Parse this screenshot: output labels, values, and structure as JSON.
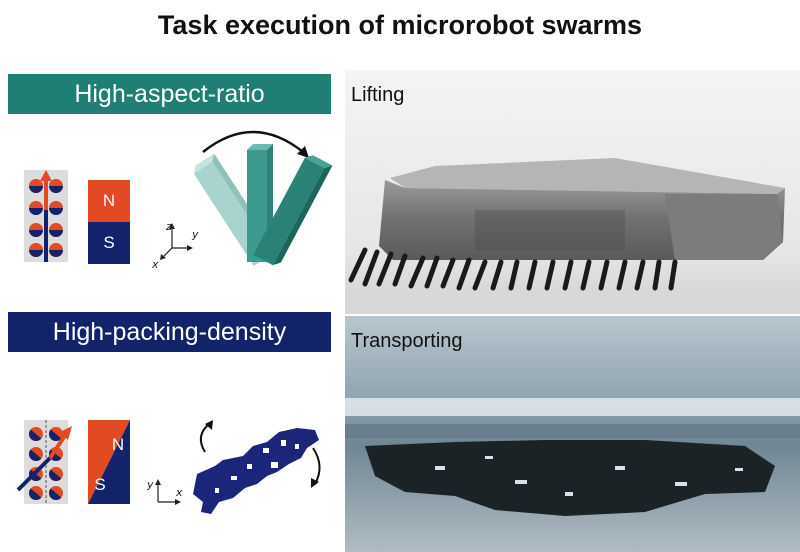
{
  "title": "Task execution of microrobot swarms",
  "top_panel": {
    "banner": "High-aspect-ratio",
    "banner_color": "#1f7f74",
    "magnet": {
      "n_label": "N",
      "s_label": "S",
      "n_color": "#e24a23",
      "s_color": "#13236b"
    },
    "axes": {
      "z": "z",
      "y": "y",
      "x": "x"
    }
  },
  "bottom_panel": {
    "banner": "High-packing-density",
    "banner_color": "#13236b",
    "magnet": {
      "n_label": "N",
      "s_label": "S",
      "n_color": "#e24a23",
      "s_color": "#13236b"
    },
    "axes": {
      "y": "y",
      "x": "x"
    }
  },
  "photos": {
    "lifting": "Lifting",
    "transporting": "Transporting"
  }
}
